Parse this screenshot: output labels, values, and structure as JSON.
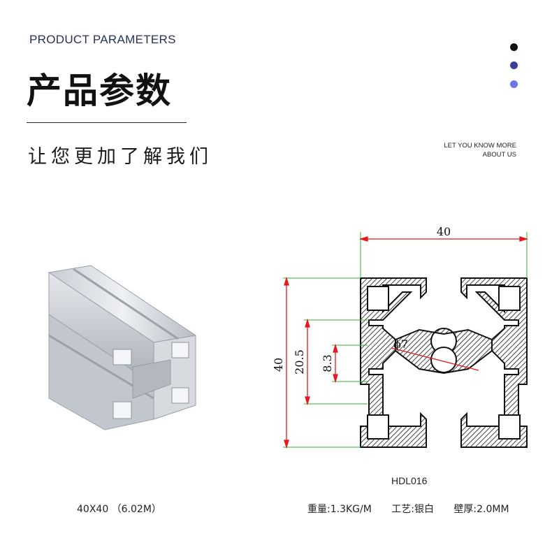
{
  "header": {
    "subtitle_en": "PRODUCT PARAMETERS",
    "title_cn": "产品参数",
    "tagline_cn": "让您更加了解我们",
    "know_more_line1": "LET YOU KNOW MORE",
    "know_more_line2": "ABOUT US"
  },
  "colors": {
    "dot1": "#111111",
    "dot2": "#3a3f9a",
    "dot3": "#6f73e6",
    "dim_red": "#e8171c",
    "dim_green": "#2fb52f"
  },
  "product": {
    "size_label": "40X40 （6.02M）"
  },
  "drawing": {
    "dim_width": "40",
    "dim_height": "40",
    "dim_slot_span": "20.5",
    "dim_slot_opening": "8.3",
    "dim_hole": "ϕ7",
    "model_code": "HDL016"
  },
  "specs": {
    "weight": "重量:1.3KG/M",
    "process": "工艺:银白",
    "wall": "壁厚:2.0MM"
  }
}
